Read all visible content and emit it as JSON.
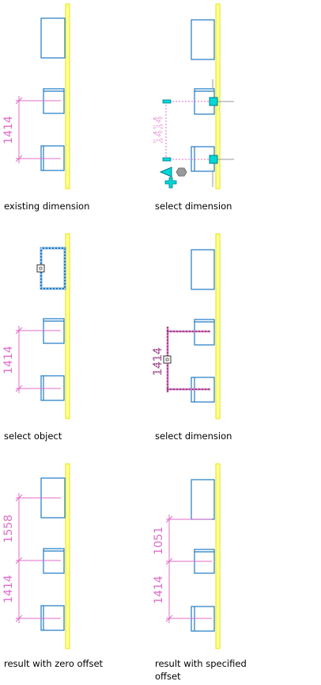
{
  "colors": {
    "wall_fill": "#ffff99",
    "wall_stroke": "#e6e600",
    "object": "#1f7ac4",
    "dimension": "#e06cc8",
    "grip": "#00d8d8",
    "grip_stroke": "#007a8a",
    "selection_dash": "#333333"
  },
  "panels": {
    "p1": {
      "caption": "existing dimension",
      "dim": "1414"
    },
    "p2": {
      "caption": "select dimension",
      "dim": "1414"
    },
    "p3": {
      "caption": "select object",
      "dim": "1414"
    },
    "p4": {
      "caption": "select dimension",
      "dim": "1414"
    },
    "p5": {
      "caption": "result with zero offset",
      "dim_top": "1558",
      "dim_bottom": "1414"
    },
    "p6": {
      "caption_line1": "result with specified",
      "caption_line2": "offset",
      "dim_top": "1051",
      "dim_bottom": "1414"
    }
  }
}
